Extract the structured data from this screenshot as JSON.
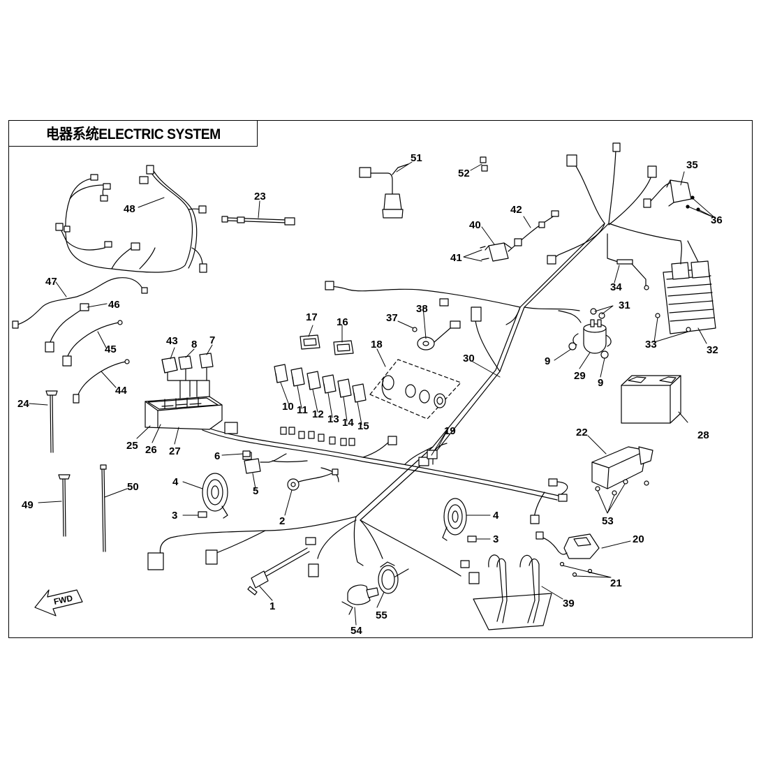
{
  "title": "电器系统ELECTRIC SYSTEM",
  "direction_arrow": "FWD",
  "callouts": [
    {
      "id": "1",
      "label": "1"
    },
    {
      "id": "2",
      "label": "2"
    },
    {
      "id": "3a",
      "label": "3"
    },
    {
      "id": "3b",
      "label": "3"
    },
    {
      "id": "4a",
      "label": "4"
    },
    {
      "id": "4b",
      "label": "4"
    },
    {
      "id": "5",
      "label": "5"
    },
    {
      "id": "6",
      "label": "6"
    },
    {
      "id": "7",
      "label": "7"
    },
    {
      "id": "8",
      "label": "8"
    },
    {
      "id": "9a",
      "label": "9"
    },
    {
      "id": "9b",
      "label": "9"
    },
    {
      "id": "10",
      "label": "10"
    },
    {
      "id": "11",
      "label": "11"
    },
    {
      "id": "12",
      "label": "12"
    },
    {
      "id": "13",
      "label": "13"
    },
    {
      "id": "14",
      "label": "14"
    },
    {
      "id": "15",
      "label": "15"
    },
    {
      "id": "16",
      "label": "16"
    },
    {
      "id": "17",
      "label": "17"
    },
    {
      "id": "18",
      "label": "18"
    },
    {
      "id": "19",
      "label": "19"
    },
    {
      "id": "20",
      "label": "20"
    },
    {
      "id": "21",
      "label": "21"
    },
    {
      "id": "22",
      "label": "22"
    },
    {
      "id": "23",
      "label": "23"
    },
    {
      "id": "24",
      "label": "24"
    },
    {
      "id": "25",
      "label": "25"
    },
    {
      "id": "26",
      "label": "26"
    },
    {
      "id": "27",
      "label": "27"
    },
    {
      "id": "28",
      "label": "28"
    },
    {
      "id": "29",
      "label": "29"
    },
    {
      "id": "30",
      "label": "30"
    },
    {
      "id": "31",
      "label": "31"
    },
    {
      "id": "32",
      "label": "32"
    },
    {
      "id": "33",
      "label": "33"
    },
    {
      "id": "34",
      "label": "34"
    },
    {
      "id": "35",
      "label": "35"
    },
    {
      "id": "36",
      "label": "36"
    },
    {
      "id": "37",
      "label": "37"
    },
    {
      "id": "38",
      "label": "38"
    },
    {
      "id": "39",
      "label": "39"
    },
    {
      "id": "40",
      "label": "40"
    },
    {
      "id": "41",
      "label": "41"
    },
    {
      "id": "42",
      "label": "42"
    },
    {
      "id": "43",
      "label": "43"
    },
    {
      "id": "44",
      "label": "44"
    },
    {
      "id": "45",
      "label": "45"
    },
    {
      "id": "46",
      "label": "46"
    },
    {
      "id": "47",
      "label": "47"
    },
    {
      "id": "48",
      "label": "48"
    },
    {
      "id": "49",
      "label": "49"
    },
    {
      "id": "50",
      "label": "50"
    },
    {
      "id": "51",
      "label": "51"
    },
    {
      "id": "52",
      "label": "52"
    },
    {
      "id": "53",
      "label": "53"
    },
    {
      "id": "54",
      "label": "54"
    },
    {
      "id": "55",
      "label": "55"
    }
  ]
}
